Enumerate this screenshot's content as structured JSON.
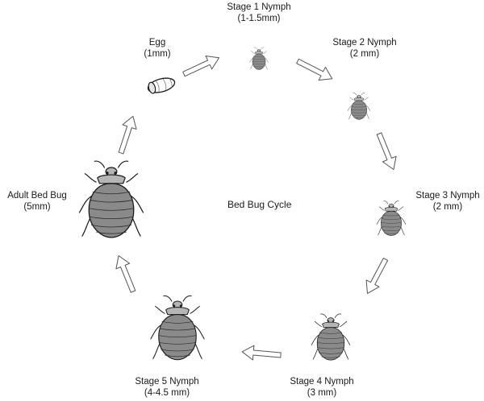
{
  "title": "Bed Bug Cycle",
  "stages": [
    {
      "name": "Egg",
      "size": "(1mm)",
      "icon": "egg-icon"
    },
    {
      "name": "Stage 1 Nymph",
      "size": "(1-1.5mm)",
      "icon": "bed-bug-icon"
    },
    {
      "name": "Stage 2 Nymph",
      "size": "(2 mm)",
      "icon": "bed-bug-icon"
    },
    {
      "name": "Stage 3 Nymph",
      "size": "(2 mm)",
      "icon": "bed-bug-icon"
    },
    {
      "name": "Stage 4 Nymph",
      "size": "(3 mm)",
      "icon": "bed-bug-icon"
    },
    {
      "name": "Stage 5 Nymph",
      "size": "(4-4.5 mm)",
      "icon": "bed-bug-icon"
    },
    {
      "name": "Adult Bed Bug",
      "size": "(5mm)",
      "icon": "bed-bug-icon"
    }
  ],
  "colors": {
    "bug_fill": "#8a8a8a",
    "head_fill": "#b5b5b5",
    "outline": "#1a1a1a",
    "arrow_fill": "#ffffff"
  }
}
